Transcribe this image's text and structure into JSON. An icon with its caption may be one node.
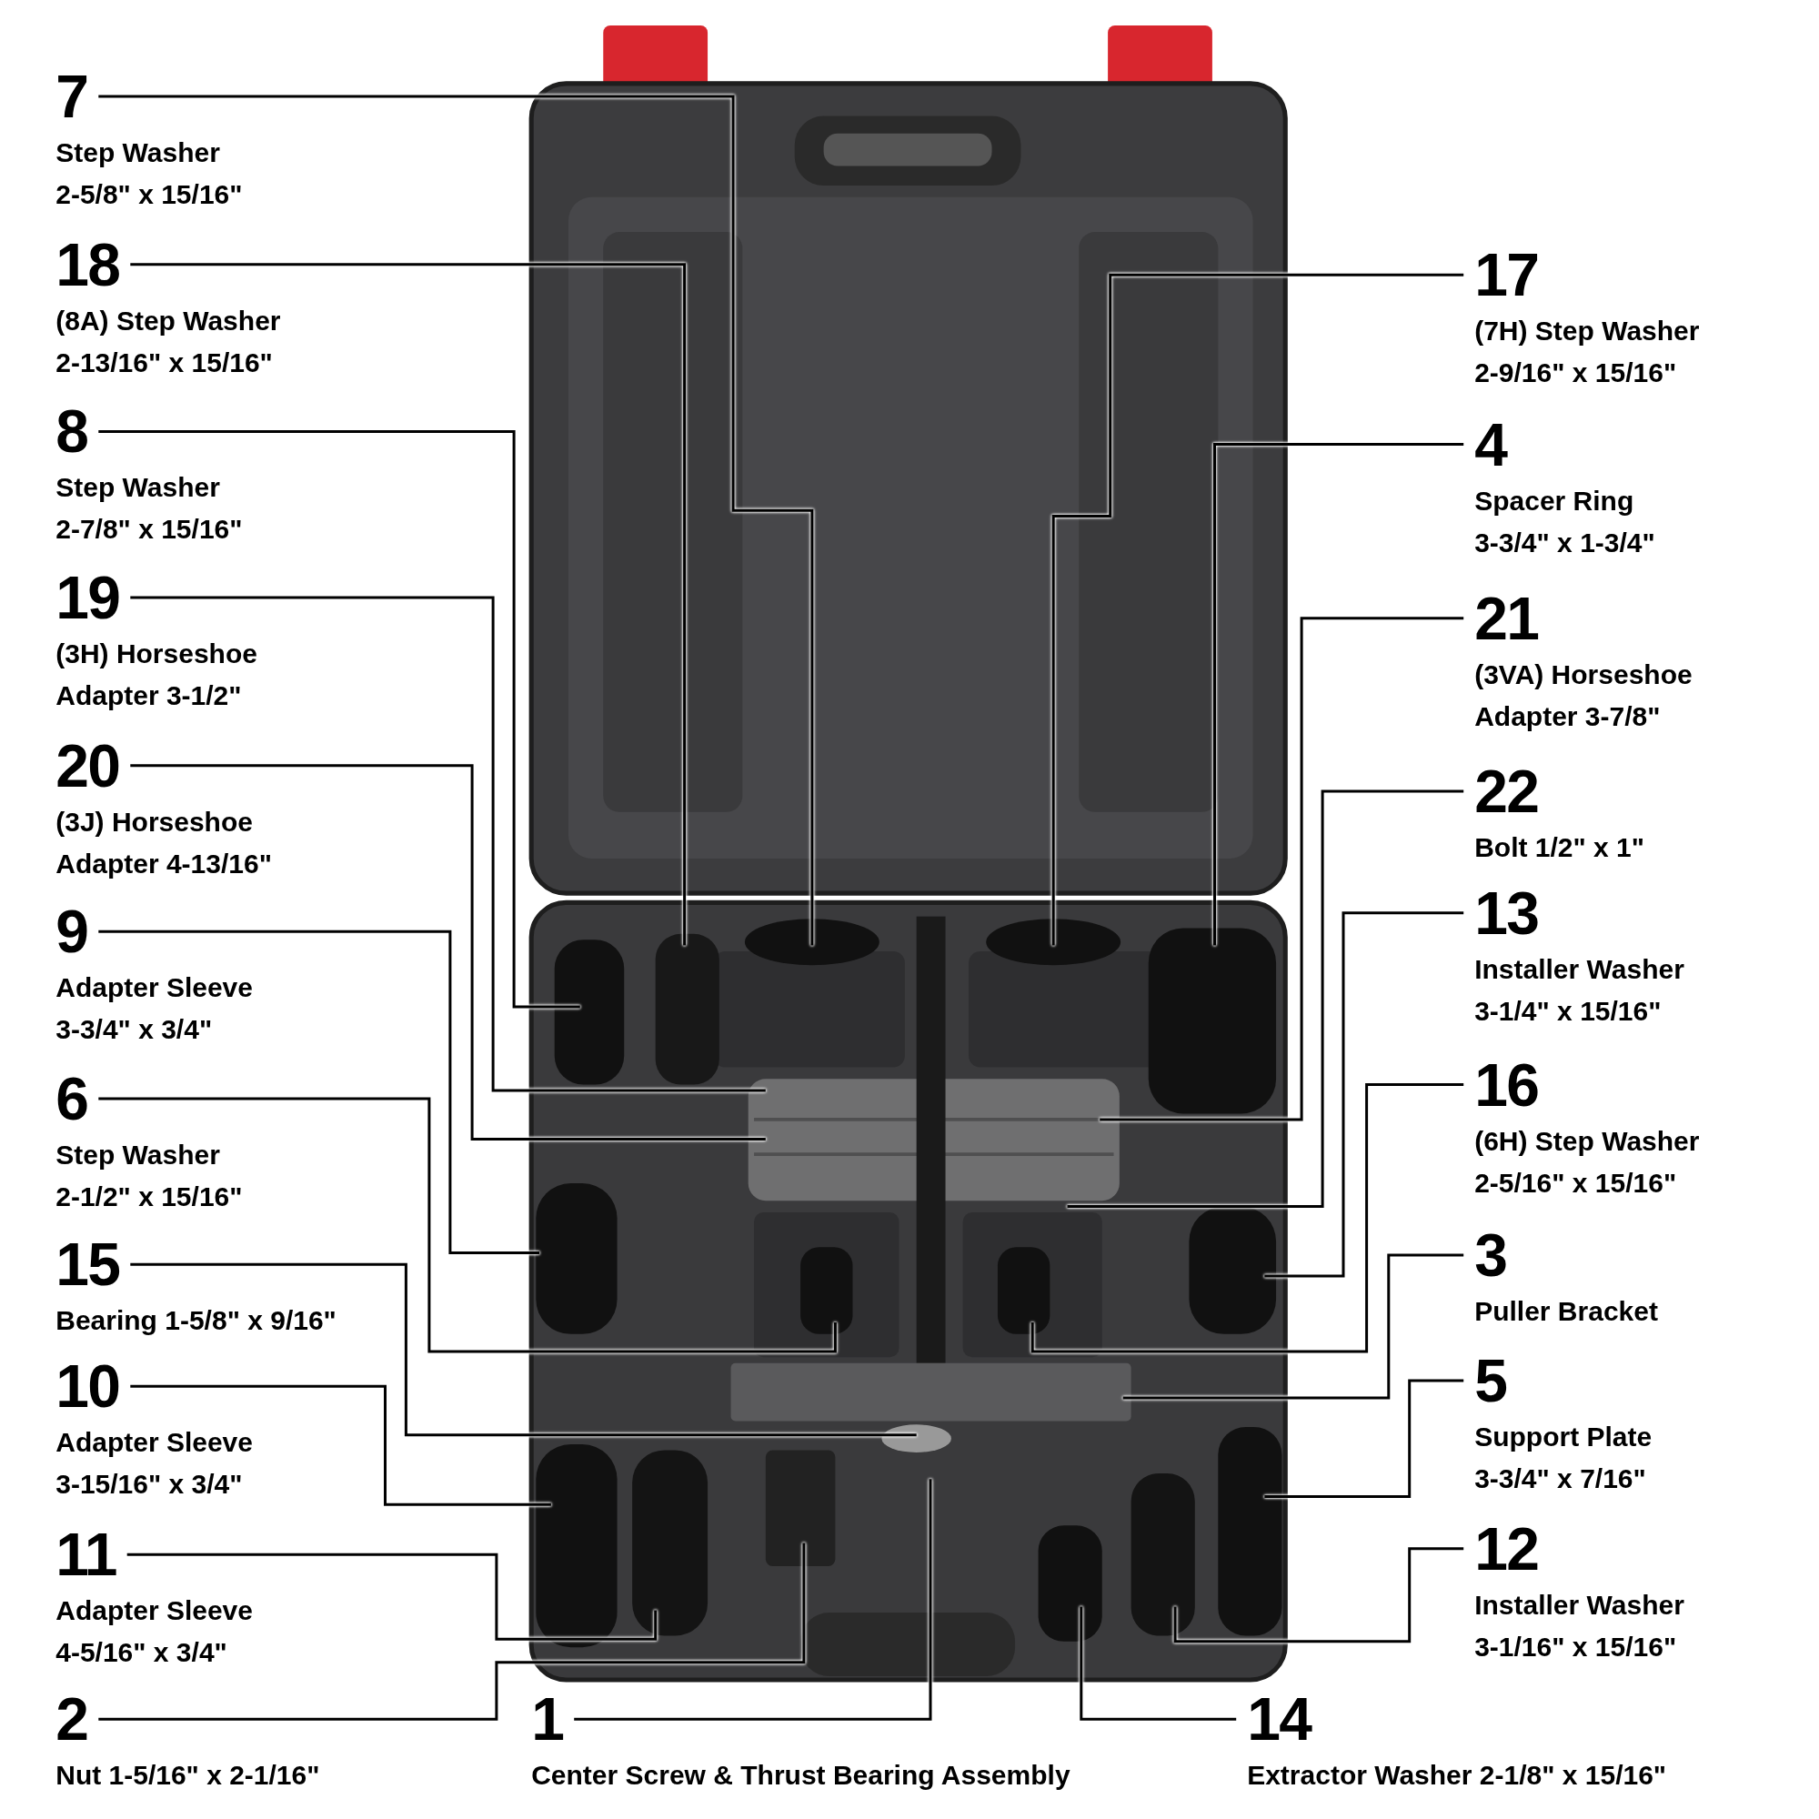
{
  "diagram": {
    "nodes": [
      {
        "text": [
          "7",
          "Step Washer",
          "2-5/8\" x 15/16\""
        ]
      },
      {
        "text": [
          "18",
          "(8A) Step Washer",
          "2-13/16\" x 15/16\""
        ]
      },
      {
        "text": [
          "8",
          "Step Washer",
          "2-7/8\" x 15/16\""
        ]
      },
      {
        "text": [
          "19",
          "(3H) Horseshoe",
          "Adapter 3-1/2\""
        ]
      },
      {
        "text": [
          "20",
          "(3J) Horseshoe",
          "Adapter 4-13/16\""
        ]
      },
      {
        "text": [
          "9",
          "Adapter Sleeve",
          "3-3/4\" x 3/4\""
        ]
      },
      {
        "text": [
          "6",
          "Step Washer",
          "2-1/2\" x 15/16\""
        ]
      },
      {
        "text": [
          "15",
          "Bearing 1-5/8\" x 9/16\""
        ]
      },
      {
        "text": [
          "10",
          "Adapter Sleeve",
          "3-15/16\" x 3/4\""
        ]
      },
      {
        "text": [
          "11",
          "Adapter Sleeve",
          "4-5/16\" x 3/4\""
        ]
      },
      {
        "text": [
          "2",
          "Nut 1-5/16\" x 2-1/16\""
        ]
      },
      {
        "text": [
          "1",
          "Center Screw & Thrust Bearing Assembly"
        ]
      },
      {
        "text": [
          "14",
          "Extractor Washer 2-1/8\" x 15/16\""
        ]
      },
      {
        "text": [
          "17",
          "(7H) Step Washer",
          "2-9/16\" x 15/16\""
        ]
      },
      {
        "text": [
          "4",
          "Spacer Ring",
          "3-3/4\" x 1-3/4\""
        ]
      },
      {
        "text": [
          "21",
          "(3VA) Horseshoe",
          "Adapter 3-7/8\""
        ]
      },
      {
        "text": [
          "22",
          "Bolt 1/2\" x 1\""
        ]
      },
      {
        "text": [
          "13",
          "Installer Washer",
          "3-1/4\" x 15/16\""
        ]
      },
      {
        "text": [
          "16",
          "(6H) Step Washer",
          "2-5/16\" x 15/16\""
        ]
      },
      {
        "text": [
          "3",
          "Puller Bracket"
        ]
      },
      {
        "text": [
          "5",
          "Support Plate",
          "3-3/4\" x 7/16\""
        ]
      },
      {
        "text": [
          "12",
          "Installer Washer",
          "3-1/16\" x 15/16\""
        ]
      }
    ],
    "edges": [
      {
        "from": 0,
        "to": null,
        "arrow": "none"
      },
      {
        "from": 1,
        "to": null,
        "arrow": "none"
      },
      {
        "from": 2,
        "to": null,
        "arrow": "none"
      },
      {
        "from": 3,
        "to": null,
        "arrow": "none"
      },
      {
        "from": 4,
        "to": null,
        "arrow": "none"
      },
      {
        "from": 5,
        "to": null,
        "arrow": "none"
      },
      {
        "from": 6,
        "to": null,
        "arrow": "none"
      },
      {
        "from": 7,
        "to": null,
        "arrow": "none"
      },
      {
        "from": 8,
        "to": null,
        "arrow": "none"
      },
      {
        "from": 9,
        "to": null,
        "arrow": "none"
      },
      {
        "from": 10,
        "to": null,
        "arrow": "none"
      },
      {
        "from": 11,
        "to": null,
        "arrow": "none"
      },
      {
        "from": 12,
        "to": null,
        "arrow": "none"
      },
      {
        "from": 13,
        "to": null,
        "arrow": "none"
      },
      {
        "from": 14,
        "to": null,
        "arrow": "none"
      },
      {
        "from": 15,
        "to": null,
        "arrow": "none"
      },
      {
        "from": 16,
        "to": null,
        "arrow": "none"
      },
      {
        "from": 17,
        "to": null,
        "arrow": "none"
      },
      {
        "from": 18,
        "to": null,
        "arrow": "none"
      },
      {
        "from": 19,
        "to": null,
        "arrow": "none"
      },
      {
        "from": 20,
        "to": null,
        "arrow": "none"
      },
      {
        "from": 21,
        "to": null,
        "arrow": "none"
      }
    ]
  }
}
